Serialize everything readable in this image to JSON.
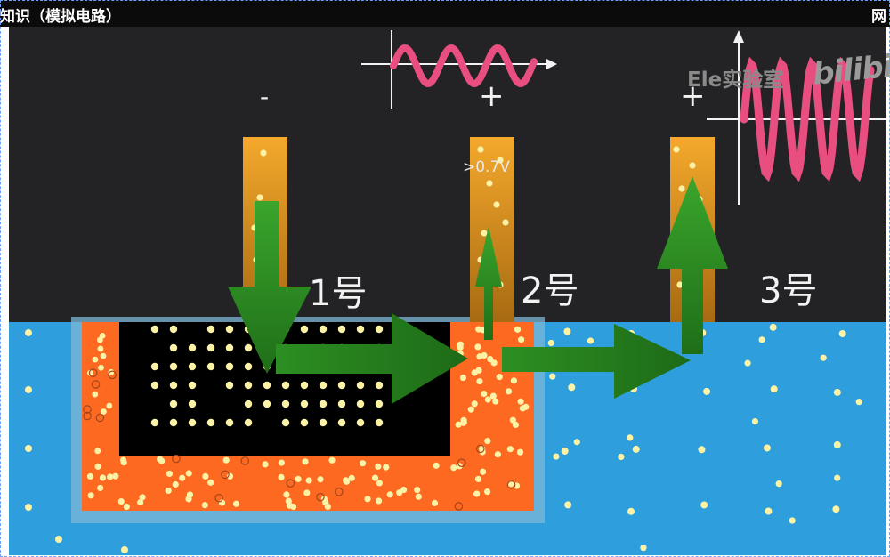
{
  "header": {
    "title": "知识（模拟电路）",
    "edge_glyph": "网"
  },
  "labels": {
    "terminal_1_sign": "-",
    "terminal_2_sign": "+",
    "terminal_3_sign": "+",
    "voltage": ">0.7V",
    "terminal_1": "1号",
    "terminal_2": "2号",
    "terminal_3": "3号"
  },
  "watermark": {
    "channel": "Ele实验室",
    "logo": "bilibili"
  },
  "colors": {
    "background": "#232325",
    "substrate": "#2e9fdc",
    "substrate_border": "#5b9cc4",
    "p_region": "#fd6921",
    "inner_region": "#000000",
    "electrode_top": "#f4a92c",
    "electrode_bottom": "#a86a12",
    "electron": "#fbf2a6",
    "arrow": "#2b8a22",
    "wave": "#e84f80",
    "axis": "#f2f2f2"
  },
  "icons": [
    "arrow-down-icon",
    "arrow-right-icon",
    "arrow-up-icon",
    "sine-wave-icon"
  ]
}
